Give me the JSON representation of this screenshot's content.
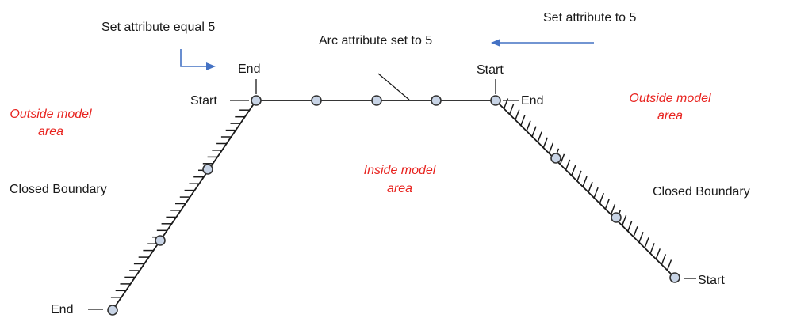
{
  "annotations": {
    "set_attr_left": "Set attribute equal 5",
    "arc_attr": "Arc attribute set to 5",
    "set_attr_right": "Set attribute to 5"
  },
  "regions": {
    "outside_left_line1": "Outside model",
    "outside_left_line2": "area",
    "outside_right_line1": "Outside model",
    "outside_right_line2": "area",
    "inside_line1": "Inside model",
    "inside_line2": "area"
  },
  "boundaries": {
    "left": "Closed Boundary",
    "right": "Closed Boundary"
  },
  "endpoints": {
    "top_left_end": "End",
    "top_left_start": "Start",
    "top_right_start": "Start",
    "top_right_end": "End",
    "bottom_left_end": "End",
    "bottom_right_start": "Start"
  },
  "colors": {
    "region_text": "#e8231f",
    "arrow": "#4472c4",
    "node_fill": "#c8d4e6"
  }
}
